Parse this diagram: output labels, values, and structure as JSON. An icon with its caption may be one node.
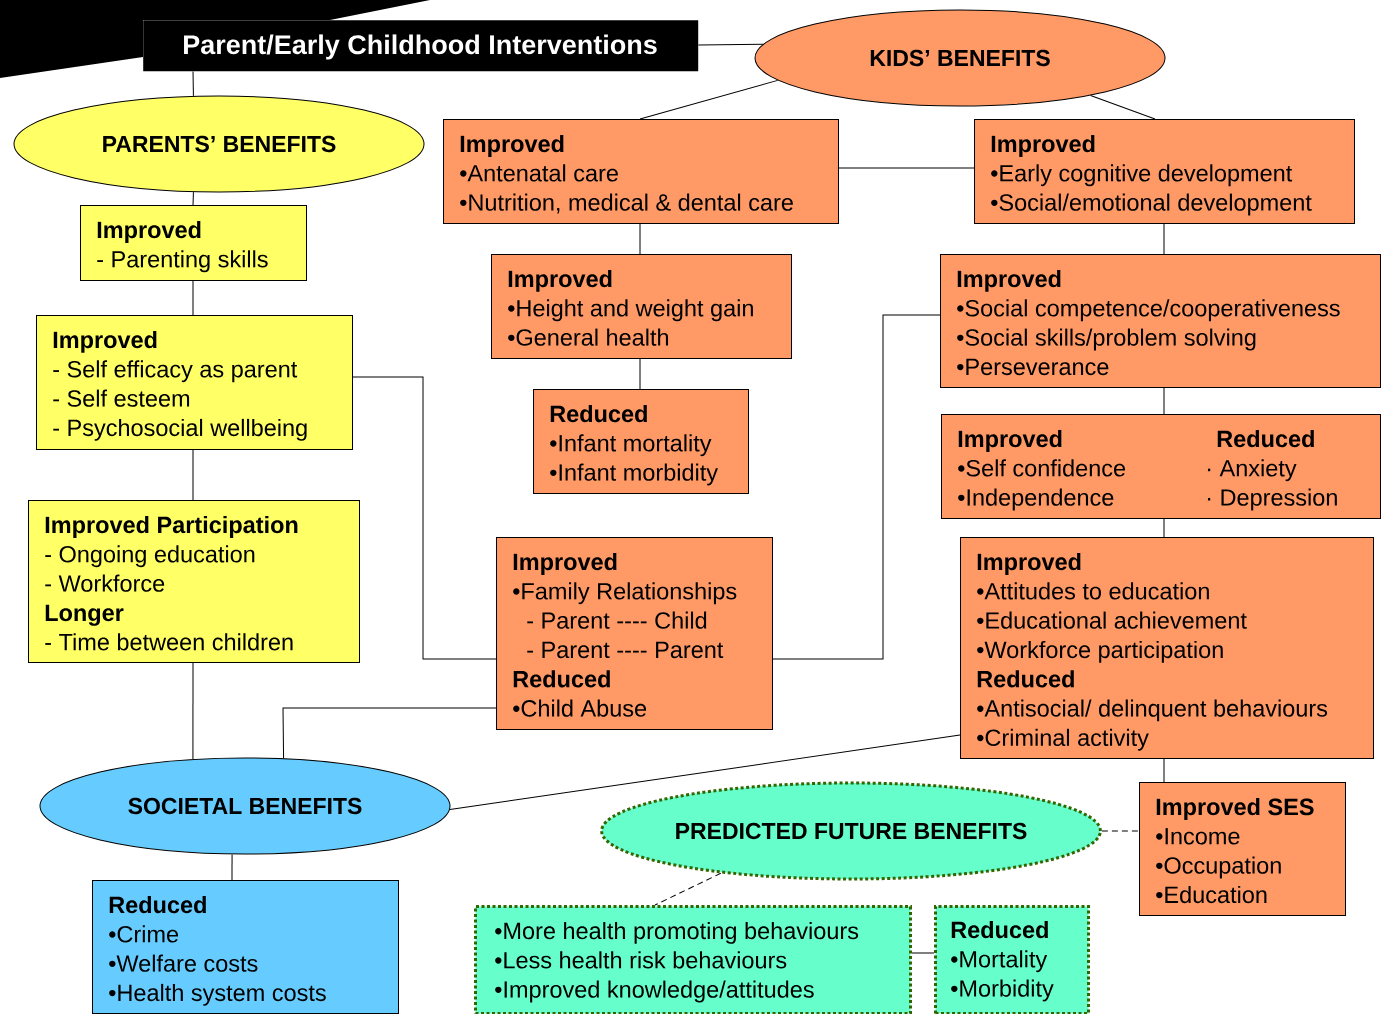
{
  "diagram": {
    "nodes": [
      {
        "text": [
          "Parent/Early Childhood Interventions"
        ]
      },
      {
        "text": [
          "KIDS’ BENEFITS"
        ]
      },
      {
        "text": [
          "PARENTS’ BENEFITS"
        ]
      },
      {
        "text": [
          "Improved",
          "•Antenatal care",
          "•Nutrition, medical & dental care"
        ]
      },
      {
        "text": [
          "Improved",
          "•Early cognitive development",
          "•Social/emotional development"
        ]
      },
      {
        "text": [
          "Improved",
          "- Parenting skills"
        ]
      },
      {
        "text": [
          "Improved",
          "•Height and weight gain",
          "•General health"
        ]
      },
      {
        "text": [
          "Improved",
          "•Social competence/cooperativeness",
          "•Social skills/problem solving",
          "•Perseverance"
        ]
      },
      {
        "text": [
          "Improved",
          "- Self efficacy as parent",
          "- Self esteem",
          "- Psychosocial wellbeing"
        ]
      },
      {
        "text": [
          "Reduced",
          "•Infant mortality",
          "•Infant morbidity"
        ]
      },
      {
        "text": [
          "Improved",
          "•Self confidence",
          "•Independence",
          "Reduced",
          "· Anxiety",
          "· Depression"
        ]
      },
      {
        "text": [
          "Improved Participation",
          "- Ongoing education",
          "- Workforce",
          "Longer",
          "- Time between children"
        ]
      },
      {
        "text": [
          "Improved",
          "•Family Relationships",
          "- Parent ---- Child",
          "- Parent ---- Parent",
          "Reduced",
          "•Child Abuse"
        ]
      },
      {
        "text": [
          "Improved",
          "•Attitudes to education",
          "•Educational achievement",
          "•Workforce participation",
          "Reduced",
          "•Antisocial/ delinquent behaviours",
          "•Criminal activity"
        ]
      },
      {
        "text": [
          "SOCIETAL BENEFITS"
        ]
      },
      {
        "text": [
          "PREDICTED FUTURE BENEFITS"
        ]
      },
      {
        "text": [
          "Improved SES",
          "•Income",
          "•Occupation",
          "•Education"
        ]
      },
      {
        "text": [
          "Reduced",
          "•Crime",
          "•Welfare costs",
          "•Health system costs"
        ]
      },
      {
        "text": [
          "•More health promoting behaviours",
          "•Less health risk behaviours",
          "•Improved knowledge/attitudes"
        ]
      },
      {
        "text": [
          "Reduced",
          "•Mortality",
          "•Morbidity"
        ]
      }
    ],
    "edges": [
      {
        "from": 0,
        "to": 1,
        "arrow": "none"
      },
      {
        "from": 0,
        "to": 2,
        "arrow": "none"
      },
      {
        "from": 1,
        "to": 3,
        "arrow": "none"
      },
      {
        "from": 1,
        "to": 4,
        "arrow": "none"
      },
      {
        "from": 3,
        "to": 4,
        "arrow": "none"
      },
      {
        "from": 2,
        "to": 5,
        "arrow": "none"
      },
      {
        "from": 3,
        "to": 6,
        "arrow": "none"
      },
      {
        "from": 4,
        "to": 7,
        "arrow": "none"
      },
      {
        "from": 5,
        "to": 8,
        "arrow": "none"
      },
      {
        "from": 6,
        "to": 9,
        "arrow": "none"
      },
      {
        "from": 8,
        "to": 12,
        "arrow": "none"
      },
      {
        "from": 7,
        "to": 10,
        "arrow": "none"
      },
      {
        "from": 8,
        "to": 11,
        "arrow": "none"
      },
      {
        "from": 12,
        "to": 7,
        "arrow": "none"
      },
      {
        "from": 10,
        "to": 13,
        "arrow": "none"
      },
      {
        "from": 11,
        "to": 14,
        "arrow": "none"
      },
      {
        "from": 12,
        "to": 14,
        "arrow": "none"
      },
      {
        "from": 13,
        "to": 14,
        "arrow": "none"
      },
      {
        "from": 13,
        "to": 16,
        "arrow": "none"
      },
      {
        "from": 15,
        "to": 16,
        "arrow": "none",
        "style": "dashed"
      },
      {
        "from": 15,
        "to": 18,
        "arrow": "none",
        "style": "dashed"
      },
      {
        "from": 14,
        "to": 17,
        "arrow": "none"
      },
      {
        "from": 18,
        "to": 19,
        "arrow": "none"
      }
    ]
  }
}
